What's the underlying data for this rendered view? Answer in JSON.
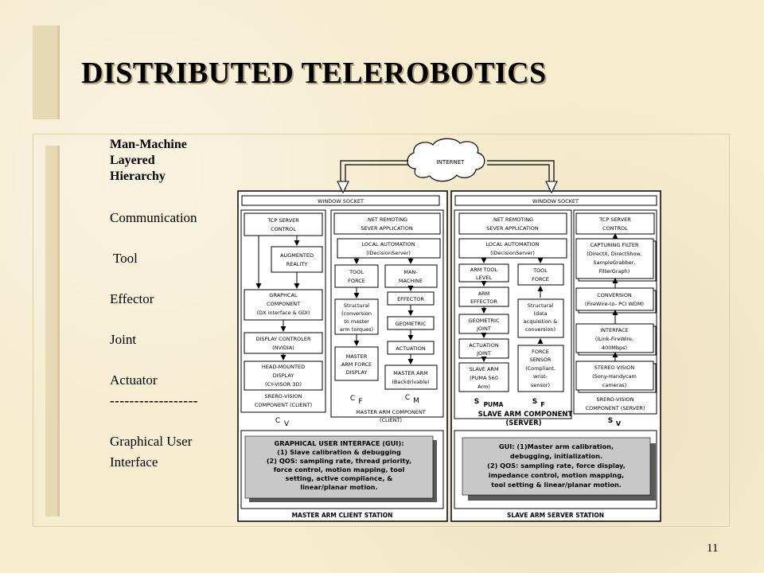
{
  "slide": {
    "title": "DISTRIBUTED TELEROBOTICS",
    "page_number": "11"
  },
  "hierarchy": {
    "heading_lines": [
      "Man-Machine",
      "Layered",
      "Hierarchy"
    ],
    "levels": [
      "Communication",
      " Tool",
      "Effector",
      "Joint",
      "Actuator",
      "------------------",
      "Graphical User",
      "Interface"
    ]
  },
  "diagram": {
    "internet": "INTERNET",
    "client": {
      "window_socket": "WINDOW SOCKET",
      "tcp_server_control": [
        "TCP SERVER",
        "CONTROL"
      ],
      "augmented_reality": [
        "AUGMENTED",
        "REALITY"
      ],
      "graphical_component": [
        "GRAPHCAL",
        "COMPONENT",
        "(DX interface & GDI)"
      ],
      "display_controller": [
        "DISPLAY CONTROLER",
        "(NVIDIA)"
      ],
      "head_mounted_display": [
        "HEAD-MOUNTED",
        "DISPLAY",
        "(CY-VISOR 3D)"
      ],
      "stereo_vision_client": [
        "SRERO-VISION",
        "COMPONENT (CLIENT)"
      ],
      "net_remoting": [
        ".NET REMOTING",
        "SEVER APPLICATION"
      ],
      "local_automation": [
        "LOCAL AUTOMATION",
        "(iDecisionServer)"
      ],
      "tool_force": [
        "TOOL",
        "FORCE"
      ],
      "man_machine": [
        "MAN-",
        "MACHINE"
      ],
      "structural": [
        "Structural",
        "(conversion",
        "to master",
        "arm torques)"
      ],
      "effector": "EFFECTOR",
      "geometric": "GEOMETRIC",
      "actuation": "ACTUATION",
      "master_arm_force_display": [
        "MASTER",
        "ARM FORCE",
        "DISPLAY"
      ],
      "master_arm": [
        "MASTER ARM",
        "(Backdrivable)"
      ],
      "label_cv": [
        "C",
        "V"
      ],
      "label_cf": [
        "C",
        "F"
      ],
      "label_cm": [
        "C",
        "M"
      ],
      "master_arm_component": [
        "MASTER ARM COMPONENT",
        "(CLIENT)"
      ],
      "gui": [
        "GRAPHICAL USER INTERFACE (GUI):",
        "(1) Slave calibration & debugging",
        "(2) QOS: sampling rate, thread priority,",
        "force control, motion mapping, tool",
        "setting, active compliance, &",
        "linear/planar motion."
      ],
      "station": "MASTER ARM CLIENT STATION"
    },
    "server": {
      "window_socket": "WINDOW SOCKET",
      "net_remoting": [
        ".NET REMOTING",
        "SEVER APPLICATION"
      ],
      "local_automation": [
        "LOCAL AUTOMATION",
        "(iDecisionServer)"
      ],
      "arm_tool_level": [
        "ARM TOOL",
        "LEVEL"
      ],
      "tool_force": [
        "TOOL",
        "FORCE"
      ],
      "arm_effector": [
        "ARM",
        "EFFECTOR"
      ],
      "structural": [
        "Structural",
        "(data",
        "acquisition &",
        "conversion)"
      ],
      "geometric_joint": [
        "GEOMETRIC",
        "JOINT"
      ],
      "actuation_joint": [
        "ACTUATION",
        "JOINT"
      ],
      "force_sensor": [
        "FORCE",
        "SENSOR",
        "(Compliant,",
        "wrist-",
        "sensor)"
      ],
      "slave_arm": [
        "SLAVE ARM",
        "(PUMA 560",
        "Arm)"
      ],
      "label_spuma": [
        "S",
        "PUMA"
      ],
      "label_sf": [
        "S",
        "F"
      ],
      "slave_arm_component": [
        "SLAVE ARM COMPONENT",
        "(SERVER)"
      ],
      "label_sv": [
        "S",
        "V"
      ],
      "tcp_server_control": [
        "TCP SERVER",
        "CONTROL"
      ],
      "capturing_filter": [
        "CAPTURING FILTER",
        "(DirectX, DirectShow,",
        "SampleGrabber,",
        "FilterGraph)"
      ],
      "conversion": [
        "CONVERSION",
        "(FireWire-to- PCI WDM)"
      ],
      "interface": [
        "INTERFACE",
        "(iLink-FireWire,",
        "400Mbps)"
      ],
      "stereo_vision": [
        "STEREO VISION",
        "(Sony-Handycam",
        "cameras)"
      ],
      "stereo_vision_server": [
        "SRERO-VISION",
        "COMPONENT (SERVER)"
      ],
      "gui": [
        "GUI: (1)Master arm calibration,",
        "debugging, initialization.",
        "(2) QOS: sampling rate, force display,",
        "impedance control, motion mapping,",
        "tool setting & linear/planar motion."
      ],
      "station": "SLAVE ARM SERVER STATION"
    }
  }
}
